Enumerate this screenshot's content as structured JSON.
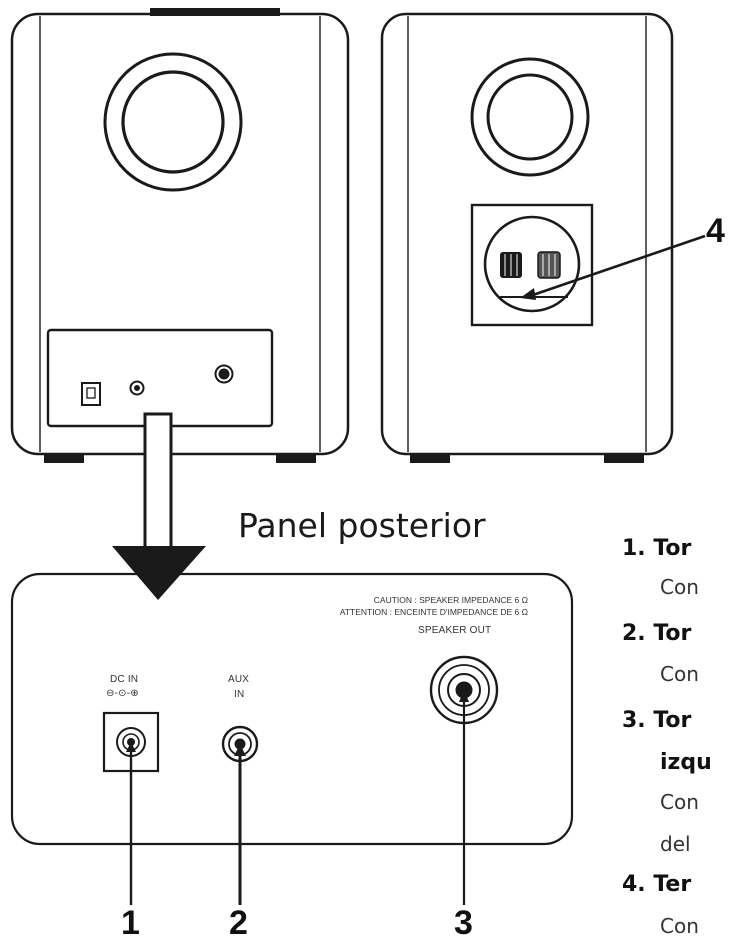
{
  "heading": "Panel posterior",
  "connectors": {
    "dc_in": "DC IN",
    "dc_in_polarity": "⊖-⊙-⊕",
    "aux_line1": "AUX",
    "aux_line2": "IN",
    "speaker_out": "SPEAKER OUT"
  },
  "caution": {
    "line1": "CAUTION : SPEAKER IMPEDANCE 6 Ω",
    "line2": "ATTENTION : ENCEINTE D'IMPEDANCE DE 6 Ω"
  },
  "callouts": {
    "n1": "1",
    "n2": "2",
    "n3": "3",
    "n4": "4"
  },
  "list": {
    "items": [
      {
        "title": "1. Tor",
        "desc": "Con"
      },
      {
        "title": "2. Tor",
        "desc": "Con"
      },
      {
        "title": "3. Tor",
        "title2": "izqu",
        "desc": "Con",
        "desc2": "del"
      },
      {
        "title": "4. Ter",
        "desc": "Con"
      }
    ]
  }
}
